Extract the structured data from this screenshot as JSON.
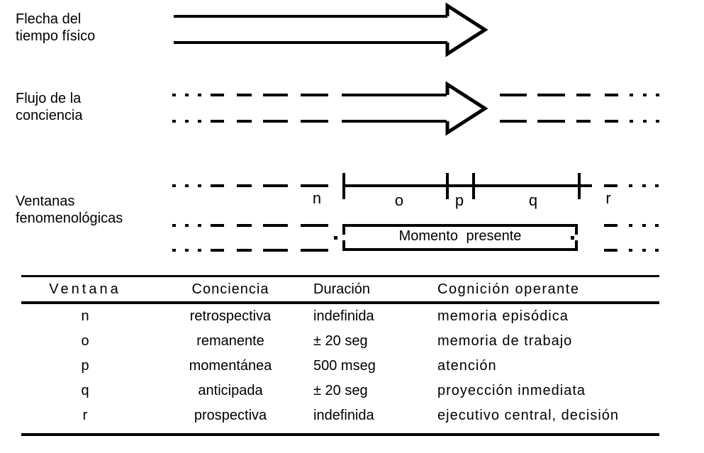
{
  "colors": {
    "ink": "#000000",
    "background": "#ffffff"
  },
  "sections": {
    "arrow_time": {
      "label_line1": "Flecha del",
      "label_line2": "tiempo físico"
    },
    "consciousness_flow": {
      "label_line1": "Flujo de la",
      "label_line2": "conciencia"
    },
    "windows": {
      "label_line1": "Ventanas",
      "label_line2": "fenomenológicas",
      "window_labels": [
        "n",
        "o",
        "p",
        "q",
        "r"
      ],
      "present_moment": "Momento presente"
    }
  },
  "table": {
    "headers": [
      "Ventana",
      "Conciencia",
      "Duración",
      "Cognición operante"
    ],
    "rows": [
      {
        "window": "n",
        "conciencia": "retrospectiva",
        "duracion": "indefinida",
        "cognicion": "memoria episódica"
      },
      {
        "window": "o",
        "conciencia": "remanente",
        "duracion": "± 20 seg",
        "cognicion": "memoria de trabajo"
      },
      {
        "window": "p",
        "conciencia": "momentánea",
        "duracion": "500 mseg",
        "cognicion": "atención"
      },
      {
        "window": "q",
        "conciencia": "anticipada",
        "duracion": "± 20 seg",
        "cognicion": "proyección inmediata"
      },
      {
        "window": "r",
        "conciencia": "prospectiva",
        "duracion": "indefinida",
        "cognicion": "ejecutivo central, decisión"
      }
    ]
  }
}
